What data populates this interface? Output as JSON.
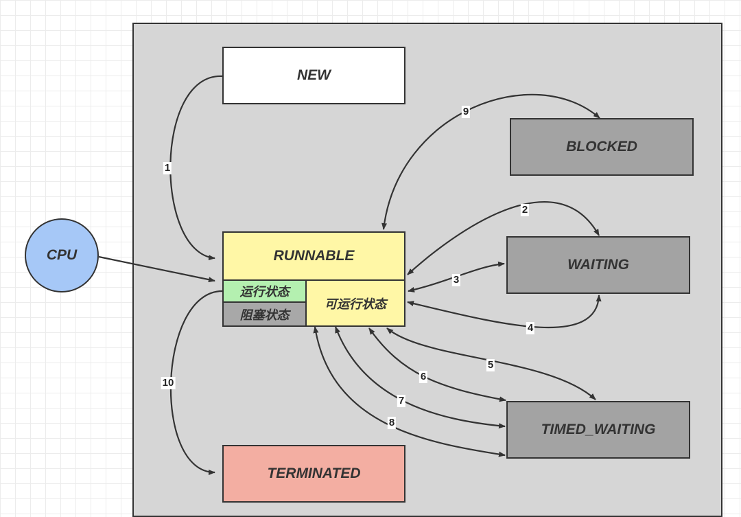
{
  "states": {
    "new": "NEW",
    "runnable": "RUNNABLE",
    "running": "运行状态",
    "blocked_sub": "阻塞状态",
    "ready": "可运行状态",
    "blocked": "BLOCKED",
    "waiting": "WAITING",
    "timed_waiting": "TIMED_WAITING",
    "terminated": "TERMINATED"
  },
  "cpu": "CPU",
  "edges": [
    "1",
    "2",
    "3",
    "4",
    "5",
    "6",
    "7",
    "8",
    "9",
    "10"
  ],
  "colors": {
    "frame": "#d6d6d6",
    "new": "#ffffff",
    "runnable": "#fff7a6",
    "running": "#b4f0b0",
    "blocked_sub": "#a8a8a8",
    "gray_state": "#a3a3a3",
    "terminated": "#f3aea2",
    "cpu": "#a6c8f7"
  }
}
